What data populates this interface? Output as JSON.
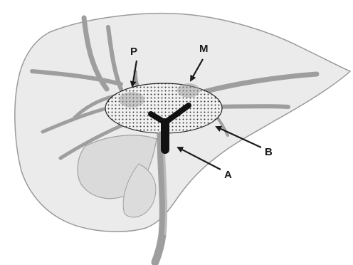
{
  "diagram": {
    "labels": {
      "P": "P",
      "M": "M",
      "A": "A",
      "B": "B"
    },
    "colors": {
      "background": "#ffffff",
      "liver_fill": "#ebebeb",
      "liver_outline": "#9a9a9a",
      "lobe_fill": "#d9d9d9",
      "vessel": "#9e9e9e",
      "vessel_dark": "#777777",
      "duct": "#111111",
      "hilar_zone_fill": "#f1f1f1",
      "arrow": "#1a1a1a"
    }
  }
}
